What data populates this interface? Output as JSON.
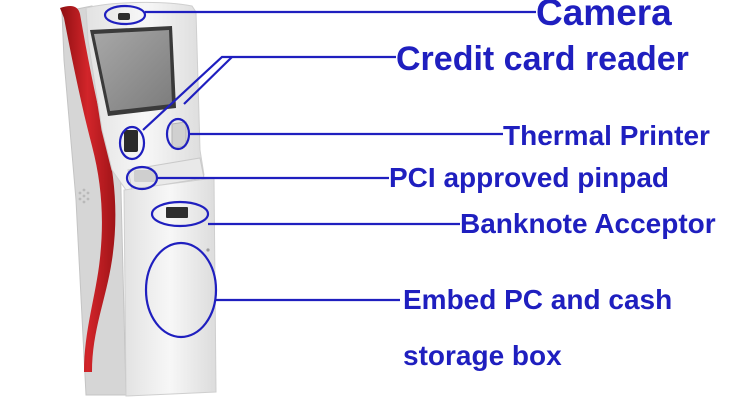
{
  "callouts": {
    "camera": "Camera",
    "credit_card_reader": "Credit card reader",
    "thermal_printer": "Thermal Printer",
    "pinpad": "PCI approved pinpad",
    "banknote_acceptor": "Banknote Acceptor",
    "embed_pc_line1": "Embed PC and cash",
    "embed_pc_line2": "storage box"
  },
  "colors": {
    "callout": "#1f1fbf",
    "kiosk_body": "#f2f2f2",
    "kiosk_trim": "#c0181e",
    "screen": "#8f8f8f",
    "background": "#ffffff"
  }
}
